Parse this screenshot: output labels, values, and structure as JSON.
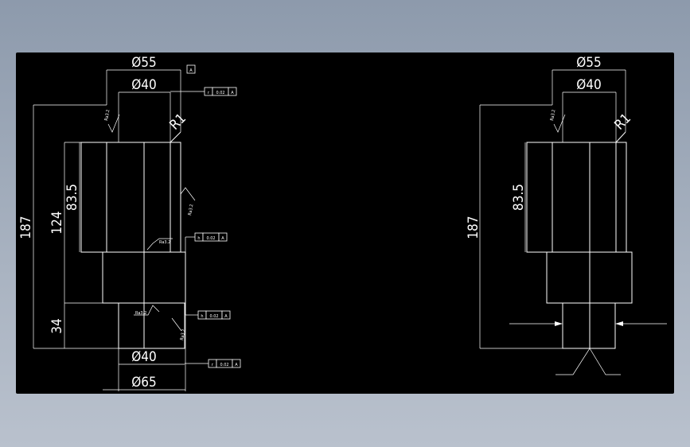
{
  "left_view": {
    "dims": {
      "d_top_outer": "Ø55",
      "d_top_inner": "Ø40",
      "d_bottom_inner": "Ø40",
      "d_bottom_outer": "Ø65",
      "len_total": "187",
      "len_upper": "124",
      "len_mid": "83.5",
      "len_lower": "34",
      "radius": "R1"
    },
    "tolerances": {
      "t1_sym": "r",
      "t1_val": "0.02",
      "t1_ref": "A",
      "t2_sym": "h",
      "t2_val": "0.02",
      "t2_ref": "A",
      "t3_sym": "h",
      "t3_val": "0.02",
      "t3_ref": "A",
      "t4_sym": "r",
      "t4_val": "0.02",
      "t4_ref": "A",
      "datum": "A"
    },
    "roughness": {
      "r1": "Ra3.2",
      "r2": "Ra3.2",
      "r3": "Ra3.2",
      "r4": "Ra3.2",
      "r5": "Ra3.2"
    }
  },
  "right_view": {
    "dims": {
      "d_top_outer": "Ø55",
      "d_top_inner": "Ø40",
      "len_total": "187",
      "len_mid": "83.5",
      "radius": "R1"
    },
    "roughness": {
      "r1": "Ra3.2"
    }
  },
  "colors": {
    "line": "#ffffff",
    "background": "#000000"
  }
}
